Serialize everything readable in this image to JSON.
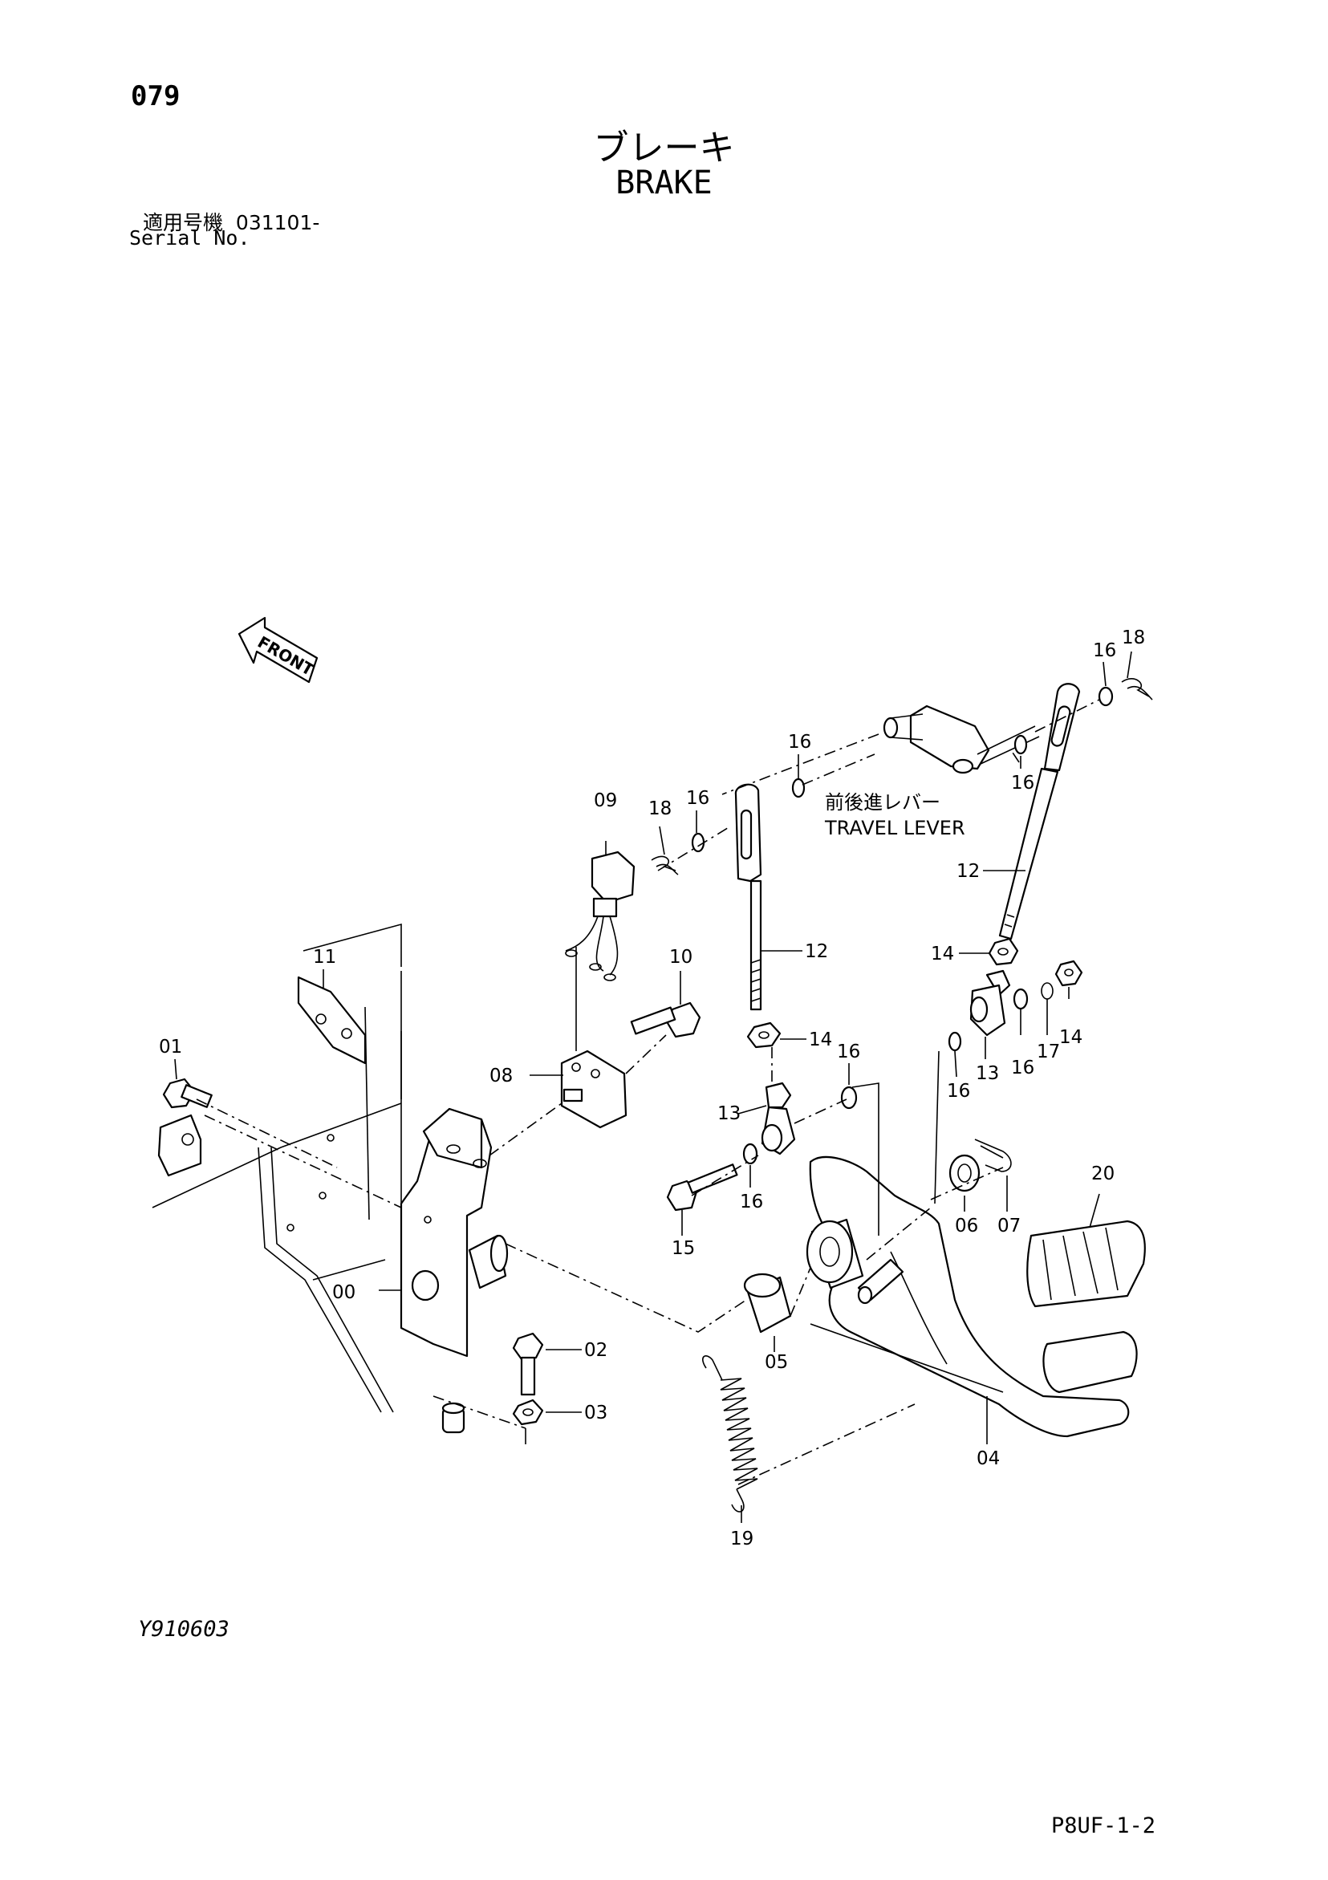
{
  "page": {
    "page_number": "079",
    "title_jp": "ブレーキ",
    "title_en": "BRAKE",
    "serial_label_jp": "適用号機",
    "serial_value": "031101-",
    "serial_label_en": "Serial No.",
    "drawing_id": "Y910603",
    "section_code": "P8UF-1-2"
  },
  "diagram": {
    "front_marker": "FRONT",
    "travel_lever_jp": "前後進レバー",
    "travel_lever_en": "TRAVEL LEVER",
    "callouts": {
      "c00": "00",
      "c01": "01",
      "c02": "02",
      "c03": "03",
      "c04": "04",
      "c05": "05",
      "c06": "06",
      "c07": "07",
      "c08": "08",
      "c09": "09",
      "c10": "10",
      "c11": "11",
      "c12a": "12",
      "c12b": "12",
      "c13a": "13",
      "c13b": "13",
      "c14a": "14",
      "c14b": "14",
      "c14c": "14",
      "c15": "15",
      "c16a": "16",
      "c16b": "16",
      "c16c": "16",
      "c16d": "16",
      "c16e": "16",
      "c16f": "16",
      "c16g": "16",
      "c16h": "16",
      "c17": "17",
      "c18a": "18",
      "c18b": "18",
      "c19": "19",
      "c20": "20"
    }
  }
}
